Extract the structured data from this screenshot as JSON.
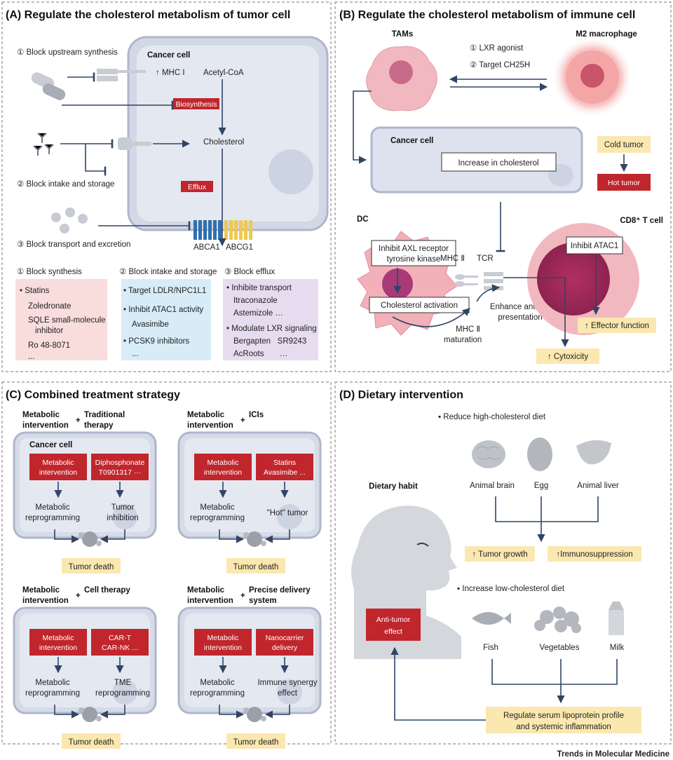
{
  "colors": {
    "dark_red": "#c0262c",
    "yellow": "#fbe8b0",
    "pink": "#f9dcdc",
    "blue": "#d7ecf7",
    "purple": "#e6dcef",
    "arrow": "#2f4466",
    "cell": "#d6dbe8"
  },
  "panelA": {
    "title": "(A) Regulate the cholesterol metabolism of tumor cell",
    "cancer_cell": "Cancer cell",
    "mhc": "MHC I",
    "acetyl": "Acetyl-CoA",
    "biosynthesis": "Biosynthesis",
    "cholesterol": "Cholesterol",
    "efflux": "Efflux",
    "abca1": "ABCA1",
    "abcg1": "ABCG1",
    "step1": "① Block upstream synthesis",
    "step2": "② Block intake and storage",
    "step3": "③ Block transport and excretion",
    "box1_title": "① Block synthesis",
    "box1_items": [
      "Statins",
      "Zoledronate",
      "SQLE small-molecule",
      "inhibitor",
      "Ro 48-8071",
      "..."
    ],
    "box2_title": "② Block intake and storage",
    "box2_items": [
      "Target LDLR/NPC1L1",
      "Inhibit ATAC1 activity",
      "Avasimibe",
      "PCSK9 inhibitors",
      "..."
    ],
    "box3_title": "③ Block efflux",
    "box3_items": [
      "Inhibite transport",
      "Itraconazole",
      "Astemizole …",
      "Modulate LXR signaling",
      "Bergapten   SR9243",
      "AcRoots       …"
    ]
  },
  "panelB": {
    "title": "(B) Regulate the cholesterol metabolism of immune cell",
    "tams": "TAMs",
    "m2": "M2 macrophage",
    "lxr": "① LXR agonist",
    "ch25h": "② Target CH25H",
    "cancer_cell": "Cancer cell",
    "increase": "Increase in cholesterol",
    "cold": "Cold tumor",
    "hot": "Hot tumor",
    "dc": "DC",
    "cd8": "CD8⁺ T cell",
    "axl": [
      "Inhibit AXL receptor",
      "tyrosine kinase"
    ],
    "chol_act": "Cholesterol activation",
    "mhc2": "MHC Ⅱ",
    "tcr": "TCR",
    "mhc2_mat": [
      "MHC Ⅱ",
      "maturation"
    ],
    "enhance": [
      "Enhance antigen",
      "presentation"
    ],
    "atac": "Inhibit ATAC1",
    "effector": "↑ Effector function",
    "cytotox": "↑ Cytoxicity"
  },
  "panelC": {
    "title": "(C) Combined treatment strategy",
    "q1": {
      "head_l": [
        "Metabolic",
        "intervention"
      ],
      "plus": "+",
      "head_r": [
        "Traditional",
        "therapy"
      ],
      "cell": "Cancer cell",
      "red_l": [
        "Metabolic",
        "intervention"
      ],
      "red_r": [
        "Diphosphonate",
        "T0901317 ···"
      ],
      "out_l": [
        "Metabolic",
        "reprogramming"
      ],
      "out_r": [
        "Tumor",
        "inhibition"
      ],
      "death": "Tumor death"
    },
    "q2": {
      "head_l": [
        "Metabolic",
        "intervention"
      ],
      "plus": "+",
      "head_r": [
        "ICIs"
      ],
      "red_l": [
        "Metabolic",
        "intervention"
      ],
      "red_r": [
        "Statins",
        "Avasimibe ..."
      ],
      "out_l": [
        "Metabolic",
        "reprogramming"
      ],
      "out_r": [
        "\"Hot\" tumor"
      ],
      "death": "Tumor death"
    },
    "q3": {
      "head_l": [
        "Metabolic",
        "intervention"
      ],
      "plus": "+",
      "head_r": [
        "Cell therapy"
      ],
      "red_l": [
        "Metabolic",
        "intervention"
      ],
      "red_r": [
        "CAR-T",
        "CAR-NK ..."
      ],
      "out_l": [
        "Metabolic",
        "reprogramming"
      ],
      "out_r": [
        "TME",
        "reprogramming"
      ],
      "death": "Tumor death"
    },
    "q4": {
      "head_l": [
        "Metabolic",
        "intervention"
      ],
      "plus": "+",
      "head_r": [
        "Precise delivery",
        "system"
      ],
      "red_l": [
        "Metabolic",
        "intervention"
      ],
      "red_r": [
        "Nanocarrier",
        "delivery"
      ],
      "out_l": [
        "Metabolic",
        "reprogramming"
      ],
      "out_r": [
        "Immune synergy",
        "effect"
      ],
      "death": "Tumor death"
    }
  },
  "panelD": {
    "title": "(D) Dietary intervention",
    "reduce": "Reduce high-cholesterol diet",
    "increase": "Increase low-cholesterol diet",
    "habit": "Dietary habit",
    "brain": "Animal brain",
    "egg": "Egg",
    "liver": "Animal liver",
    "growth": "↑ Tumor growth",
    "immuno": "↑Immunosuppression",
    "fish": "Fish",
    "veg": "Vegetables",
    "milk": "Milk",
    "anti": [
      "Anti-tumor",
      "effect"
    ],
    "regulate": [
      "Regulate serum lipoprotein profile",
      "and systemic inflammation"
    ]
  },
  "footer": "Trends in Molecular Medicine"
}
